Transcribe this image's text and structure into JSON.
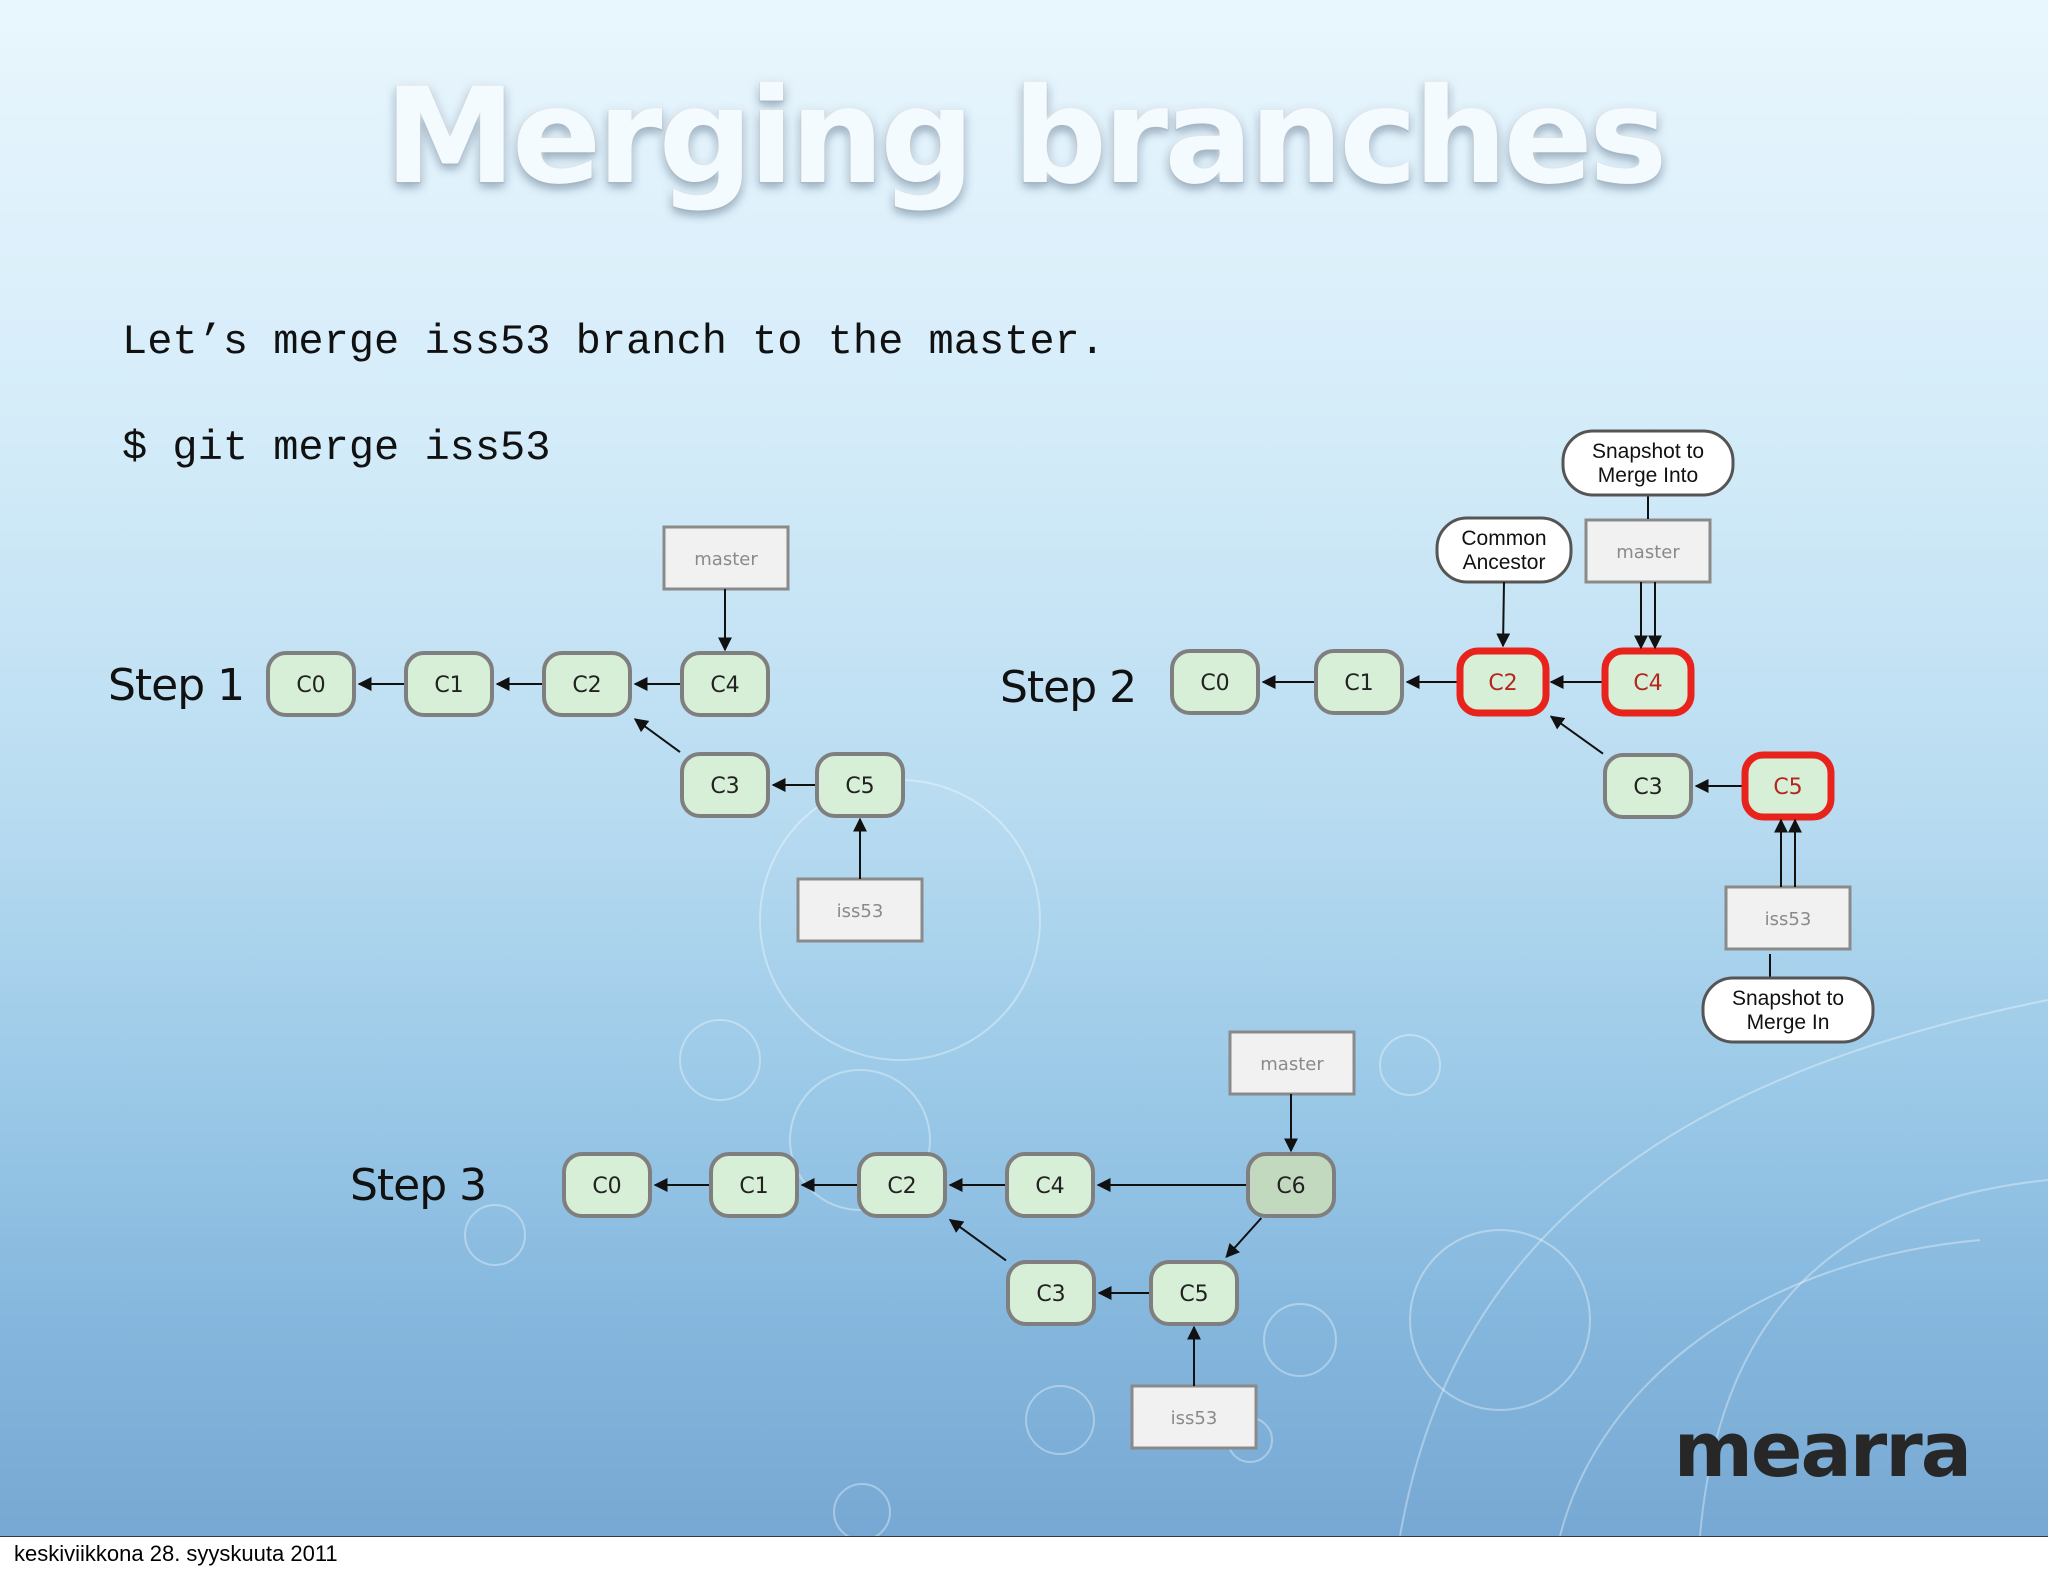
{
  "slide": {
    "title": "Merging branches",
    "text_line": "Let’s merge iss53 branch to the master.",
    "command": "$ git merge iss53",
    "logo": "mearra"
  },
  "footer": {
    "date": "keskiviikkona 28. syyskuuta 2011"
  },
  "colors": {
    "node_fill": "#d7efd6",
    "node_fill_merge": "#c3d9bf",
    "node_border": "#7f7f7f",
    "highlight_border": "#e8231b",
    "highlight_text": "#b5261e",
    "pointer_fill": "#f1f1f1"
  },
  "steps": [
    {
      "label": "Step 1",
      "nodes": [
        {
          "id": "C0",
          "label": "C0"
        },
        {
          "id": "C1",
          "label": "C1"
        },
        {
          "id": "C2",
          "label": "C2"
        },
        {
          "id": "C4",
          "label": "C4"
        },
        {
          "id": "C3",
          "label": "C3"
        },
        {
          "id": "C5",
          "label": "C5"
        }
      ],
      "pointers": [
        {
          "id": "master",
          "label": "master",
          "target": "C4"
        },
        {
          "id": "iss53",
          "label": "iss53",
          "target": "C5"
        }
      ],
      "edges": [
        [
          "C1",
          "C0"
        ],
        [
          "C2",
          "C1"
        ],
        [
          "C4",
          "C2"
        ],
        [
          "C3",
          "C2"
        ],
        [
          "C5",
          "C3"
        ]
      ],
      "callouts": []
    },
    {
      "label": "Step 2",
      "nodes": [
        {
          "id": "C0",
          "label": "C0"
        },
        {
          "id": "C1",
          "label": "C1"
        },
        {
          "id": "C2",
          "label": "C2",
          "highlight": true
        },
        {
          "id": "C4",
          "label": "C4",
          "highlight": true
        },
        {
          "id": "C3",
          "label": "C3"
        },
        {
          "id": "C5",
          "label": "C5",
          "highlight": true
        }
      ],
      "pointers": [
        {
          "id": "master",
          "label": "master",
          "target": "C4"
        },
        {
          "id": "iss53",
          "label": "iss53",
          "target": "C5"
        }
      ],
      "edges": [
        [
          "C1",
          "C0"
        ],
        [
          "C2",
          "C1"
        ],
        [
          "C4",
          "C2"
        ],
        [
          "C3",
          "C2"
        ],
        [
          "C5",
          "C3"
        ]
      ],
      "callouts": [
        {
          "id": "common-ancestor",
          "lines": [
            "Common",
            "Ancestor"
          ],
          "target": "C2"
        },
        {
          "id": "snapshot-into",
          "lines": [
            "Snapshot to",
            "Merge Into"
          ],
          "target": "C4"
        },
        {
          "id": "snapshot-in",
          "lines": [
            "Snapshot to",
            "Merge In"
          ],
          "target": "C5"
        }
      ]
    },
    {
      "label": "Step 3",
      "nodes": [
        {
          "id": "C0",
          "label": "C0"
        },
        {
          "id": "C1",
          "label": "C1"
        },
        {
          "id": "C2",
          "label": "C2"
        },
        {
          "id": "C4",
          "label": "C4"
        },
        {
          "id": "C6",
          "label": "C6",
          "merge": true
        },
        {
          "id": "C3",
          "label": "C3"
        },
        {
          "id": "C5",
          "label": "C5"
        }
      ],
      "pointers": [
        {
          "id": "master",
          "label": "master",
          "target": "C6"
        },
        {
          "id": "iss53",
          "label": "iss53",
          "target": "C5"
        }
      ],
      "edges": [
        [
          "C1",
          "C0"
        ],
        [
          "C2",
          "C1"
        ],
        [
          "C4",
          "C2"
        ],
        [
          "C6",
          "C4"
        ],
        [
          "C6",
          "C5"
        ],
        [
          "C3",
          "C2"
        ],
        [
          "C5",
          "C3"
        ]
      ],
      "callouts": []
    }
  ]
}
